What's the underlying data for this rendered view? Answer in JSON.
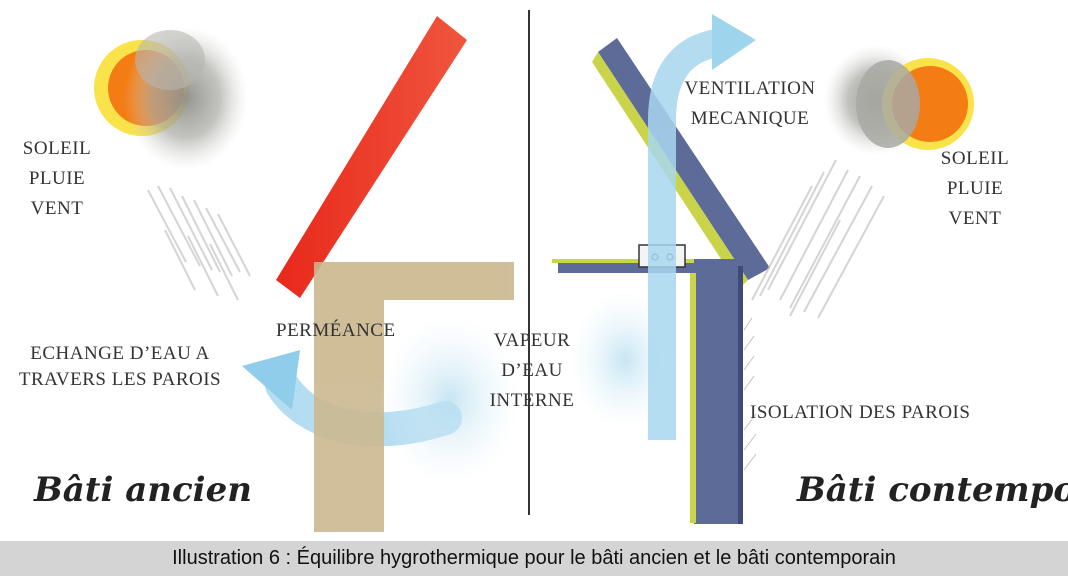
{
  "left": {
    "weather_lines": [
      "SOLEIL",
      "PLUIE",
      "VENT"
    ],
    "permeance": "PERMÉANCE",
    "exchange_lines": [
      "ECHANGE D’EAU A",
      "TRAVERS LES PAROIS"
    ],
    "title": "Bâti ancien"
  },
  "center": {
    "vapour_lines": [
      "VAPEUR",
      "D’EAU",
      "INTERNE"
    ]
  },
  "right": {
    "ventilation_lines": [
      "VENTILATION",
      "MECANIQUE"
    ],
    "weather_lines": [
      "SOLEIL",
      "PLUIE",
      "VENT"
    ],
    "insulation": "ISOLATION DES PAROIS",
    "title": "Bâti contemporain"
  },
  "caption": "Illustration 6 : Équilibre hygrothermique pour le bâti ancien et le bâti contemporain",
  "colors": {
    "sun": "#f47c14",
    "sun_glow": "#f9e24a",
    "cloud": "#a9a9a3",
    "rain": "#c6c6c6",
    "old_roof": "#e0301e",
    "old_wall": "#cbb88f",
    "new_panel": "#5d6b98",
    "new_insulation": "#c9d44a",
    "air_flow": "#8fcdea",
    "caption_bg": "#d4d4d4"
  }
}
